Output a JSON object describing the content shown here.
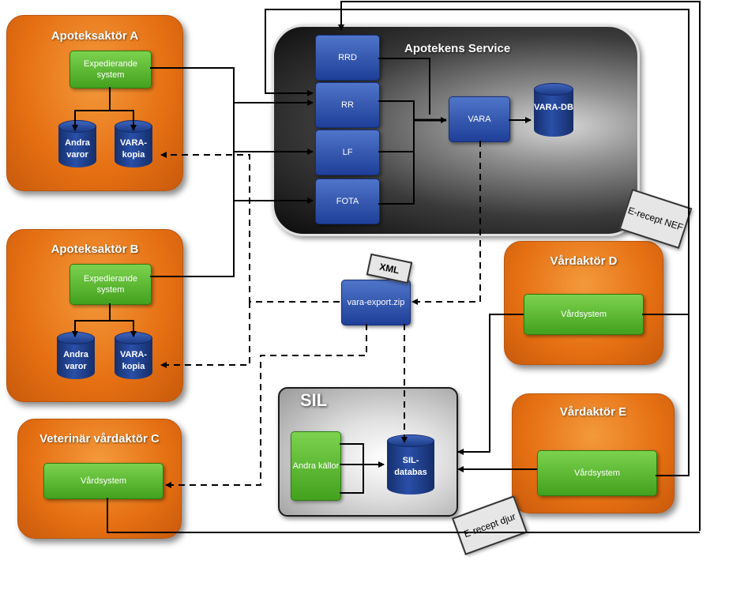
{
  "apotek_a": {
    "title": "Apoteksaktör A",
    "system": "Expedierande system",
    "db1": "Andra varor",
    "db2": "VARA-kopia"
  },
  "apotek_b": {
    "title": "Apoteksaktör B",
    "system": "Expedierande system",
    "db1": "Andra varor",
    "db2": "VARA-kopia"
  },
  "vet_c": {
    "title": "Veterinär vårdaktör C",
    "system": "Vårdsystem"
  },
  "service": {
    "title": "Apotekens Service",
    "rrd": "RRD",
    "rr": "RR",
    "lf": "LF",
    "fota": "FOTA",
    "vara": "VARA",
    "vara_db": "VARA-DB"
  },
  "export": {
    "label": "vara-export.zip",
    "tag": "XML"
  },
  "sil": {
    "title": "SIL",
    "sources": "Andra källor",
    "db": "SIL-databas"
  },
  "vard_d": {
    "title": "Vårdaktör D",
    "system": "Vårdsystem"
  },
  "vard_e": {
    "title": "Vårdaktör E",
    "system": "Vårdsystem"
  },
  "tags": {
    "nef": "E-recept NEF",
    "djur": "E-recept djur"
  }
}
